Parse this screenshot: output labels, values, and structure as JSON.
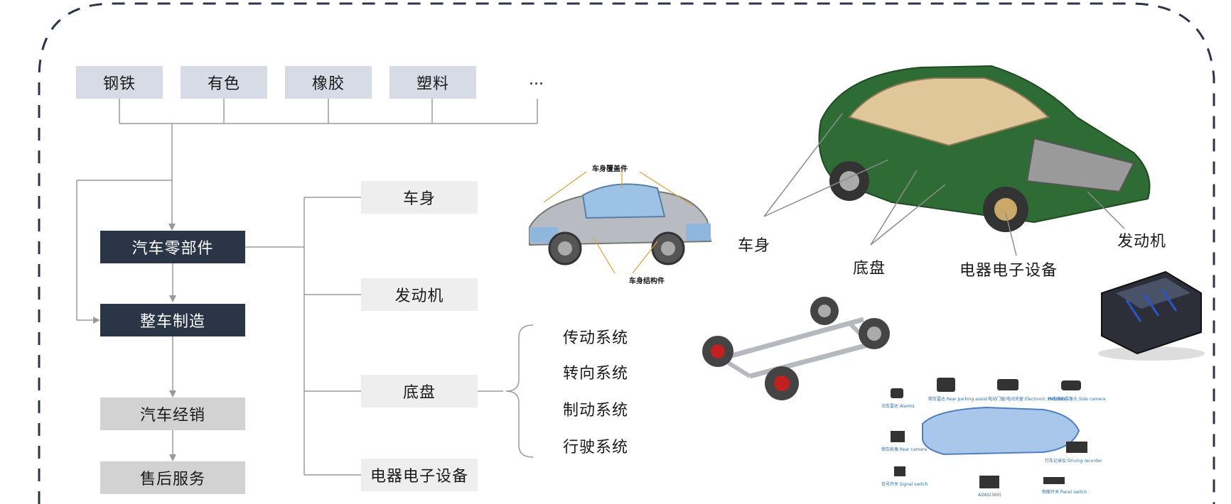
{
  "materials": [
    "钢铁",
    "有色",
    "橡胶",
    "塑料"
  ],
  "materials_more": "...",
  "chain": {
    "parts": "汽车零部件",
    "vehicle": "整车制造",
    "sales": "汽车经销",
    "service": "售后服务"
  },
  "components": [
    "车身",
    "发动机",
    "底盘",
    "电器电子设备"
  ],
  "chassis_systems": [
    "传动系统",
    "转向系统",
    "制动系统",
    "行驶系统"
  ],
  "car_labels": {
    "body": "车身",
    "chassis": "底盘",
    "electronics": "电器电子设备",
    "engine": "发动机"
  },
  "body_image_labels": {
    "cover": "车身覆盖件",
    "structure": "车身结构件"
  },
  "adas_labels": [
    "泊车雷达 Alarms",
    "倒车雷达 Rear parking assist",
    "电动门窗/电动天窗 Electronic switches",
    "并线辅助摄像头 Side camera",
    "倒车影像 Rear camera",
    "行车记录仪 Driving recorder",
    "信号开关 Signal switch",
    "ADAS(360)",
    "侧面开关 Panel switch"
  ],
  "colors": {
    "dark_box": "#2b3548",
    "material_box": "#d6dbe5",
    "grey_box": "#d2d2d2",
    "sub_box": "#eeeeee",
    "frame": "#2b3548",
    "car_green": "#2f6b34"
  }
}
